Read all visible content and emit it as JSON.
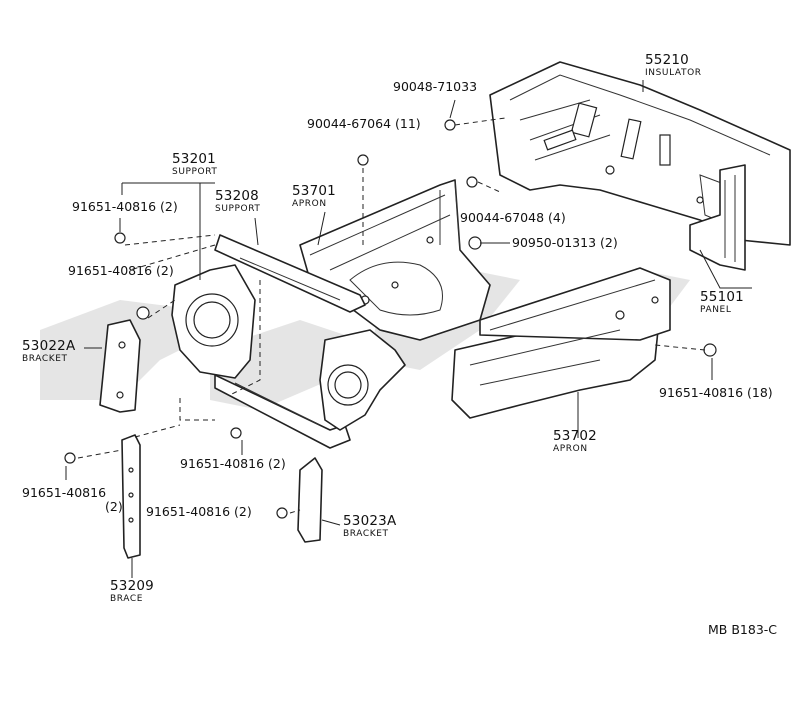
{
  "labels": {
    "l55210": {
      "number": "55210",
      "name": "INSULATOR"
    },
    "l55101": {
      "number": "55101",
      "name": "PANEL"
    },
    "l53201": {
      "number": "53201",
      "name": "SUPPORT"
    },
    "l53208": {
      "number": "53208",
      "name": "SUPPORT"
    },
    "l53701": {
      "number": "53701",
      "name": "APRON"
    },
    "l53702": {
      "number": "53702",
      "name": "APRON"
    },
    "l53022a": {
      "number": "53022A",
      "name": "BRACKET"
    },
    "l53023a": {
      "number": "53023A",
      "name": "BRACKET"
    },
    "l53209": {
      "number": "53209",
      "name": "BRACE"
    }
  },
  "callouts": {
    "c1": "90048-71033",
    "c2": "90044-67064 (11)",
    "c3": "90044-67048 (4)",
    "c4": "90950-01313 (2)",
    "c5": "91651-40816 (2)",
    "c6": "91651-40816 (2)",
    "c7": "91651-40816 (18)",
    "c8": "91651-40816 (2)",
    "c9a": "91651-40816",
    "c9b": "(2)",
    "c10": "91651-40816 (2)"
  },
  "diagram_code": "MB B183-C"
}
